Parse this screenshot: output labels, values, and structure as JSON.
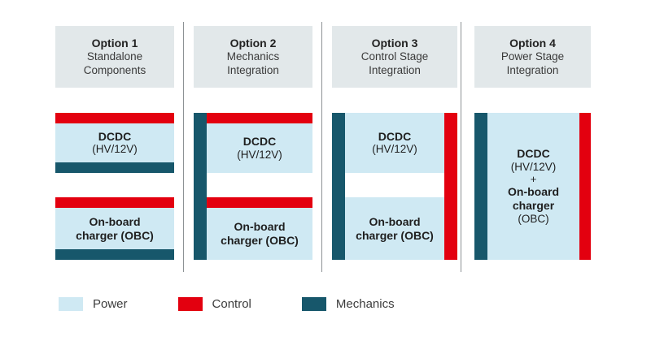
{
  "legend": {
    "items": [
      {
        "label": "Power",
        "color": "#cfe9f3",
        "icon": "swatch-power-icon"
      },
      {
        "label": "Control",
        "color": "#e3000f",
        "icon": "swatch-control-icon"
      },
      {
        "label": "Mechanics",
        "color": "#17576b",
        "icon": "swatch-mechanics-icon"
      }
    ]
  },
  "colors": {
    "power": "#cfe9f3",
    "control": "#e3000f",
    "mechanics": "#17576b",
    "header_bg": "#e2e8ea",
    "separator": "#8d9295",
    "background": "#ffffff"
  },
  "columns": [
    {
      "header": {
        "title": "Option 1",
        "subtitle_line1": "Standalone",
        "subtitle_line2": "Components"
      },
      "blocks": [
        {
          "name": "dcdc",
          "title": "DCDC",
          "subtitle": "(HV/12V)"
        },
        {
          "name": "obc",
          "title": "On-board",
          "subtitle": "charger (OBC)"
        }
      ]
    },
    {
      "header": {
        "title": "Option 2",
        "subtitle_line1": "Mechanics",
        "subtitle_line2": "Integration"
      },
      "blocks": [
        {
          "name": "dcdc",
          "title": "DCDC",
          "subtitle": "(HV/12V)"
        },
        {
          "name": "obc",
          "title": "On-board",
          "subtitle": "charger (OBC)"
        }
      ]
    },
    {
      "header": {
        "title": "Option 3",
        "subtitle_line1": "Control Stage",
        "subtitle_line2": "Integration"
      },
      "blocks": [
        {
          "name": "dcdc",
          "title": "DCDC",
          "subtitle": "(HV/12V)"
        },
        {
          "name": "obc",
          "title": "On-board",
          "subtitle": "charger (OBC)"
        }
      ]
    },
    {
      "header": {
        "title": "Option 4",
        "subtitle_line1": "Power Stage",
        "subtitle_line2": "Integration"
      },
      "blocks": [
        {
          "name": "dcdc-obc-combined",
          "title": "DCDC",
          "subtitle": "(HV/12V)",
          "plus": "+",
          "title2": "On-board",
          "subtitle2a": "charger",
          "subtitle2b": "(OBC)"
        }
      ]
    }
  ]
}
